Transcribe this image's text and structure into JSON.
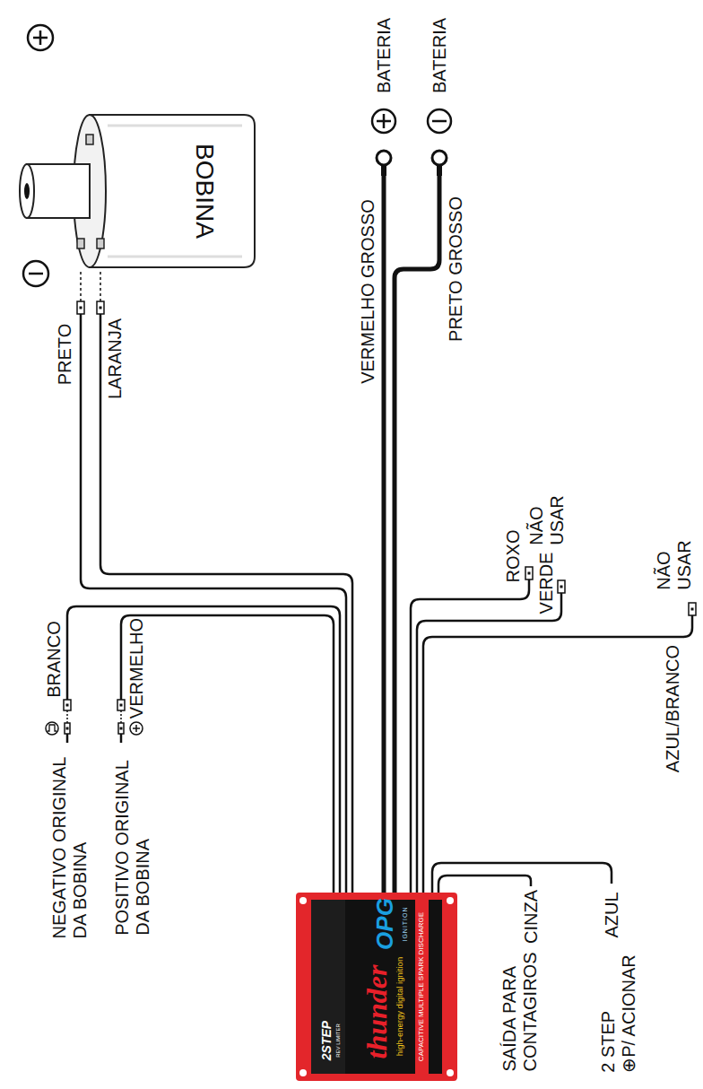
{
  "diagram": {
    "nodes": [
      {
        "text": [
          "thunder",
          "high-energy digital ignition",
          "OPG",
          "IGNITION",
          "CAPACITIVE MULTIPLE SPARK DISCHARGE",
          "2STEP",
          "REV LIMITER"
        ]
      },
      {
        "text": [
          "BOBINA"
        ]
      }
    ],
    "edges": [
      {
        "from": 0,
        "to": 1,
        "arrow": "none",
        "label": "PRETO"
      },
      {
        "from": 0,
        "to": 1,
        "arrow": "none",
        "label": "LARANJA"
      }
    ],
    "labels": [
      "BATERIA",
      "BATERIA",
      "VERMELHO GROSSO",
      "PRETO GROSSO",
      "ROXO",
      "NÃO USAR",
      "VERDE",
      "AZUL/BRANCO",
      "NÃO USAR",
      "BRANCO",
      "VERMELHO",
      "NEGATIVO ORIGINAL DA BOBINA",
      "POSITIVO ORIGINAL DA BOBINA",
      "SAÍDA PARA CONTAGIROS",
      "CINZA",
      "2 STEP ⊕P/ ACIONAR",
      "AZUL"
    ]
  }
}
